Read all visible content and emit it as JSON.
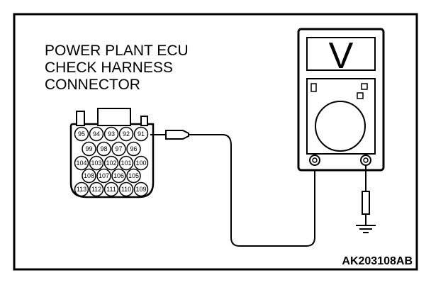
{
  "title_lines": [
    "POWER PLANT ECU",
    "CHECK HARNESS",
    "CONNECTOR"
  ],
  "figure_code": "AK203108AB",
  "meter": {
    "display_symbol": "V"
  },
  "connector": {
    "rows": [
      [
        "95",
        "94",
        "93",
        "92",
        "91"
      ],
      [
        "99",
        "98",
        "97",
        "96"
      ],
      [
        "104",
        "103",
        "102",
        "101",
        "100"
      ],
      [
        "108",
        "107",
        "106",
        "105"
      ],
      [
        "113",
        "112",
        "111",
        "110",
        "109"
      ]
    ],
    "probe_pin": "91"
  },
  "colors": {
    "line": "#000000",
    "background": "#ffffff"
  }
}
